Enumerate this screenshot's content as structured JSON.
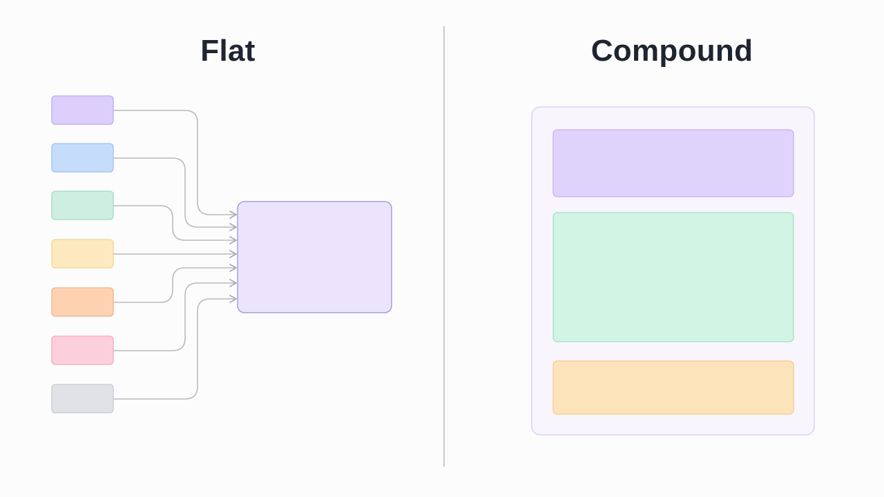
{
  "titles": {
    "flat": "Flat",
    "compound": "Compound"
  },
  "flat": {
    "inputs": [
      {
        "name": "purple",
        "fill": "#dccffb",
        "stroke": "#c3b1f3"
      },
      {
        "name": "blue",
        "fill": "#c6dcfb",
        "stroke": "#a7c6f3"
      },
      {
        "name": "green",
        "fill": "#cdeee1",
        "stroke": "#a9dfc8"
      },
      {
        "name": "yellow",
        "fill": "#fde9bf",
        "stroke": "#f6d99a"
      },
      {
        "name": "orange",
        "fill": "#fdd2b3",
        "stroke": "#f4b98f"
      },
      {
        "name": "pink",
        "fill": "#fccfdc",
        "stroke": "#f3b1c5"
      },
      {
        "name": "gray",
        "fill": "#e1e2e6",
        "stroke": "#cdcfd5"
      }
    ],
    "target": {
      "fill": "#ebe4fc",
      "stroke": "#a99be2"
    },
    "connector_color": "#b9b9bf"
  },
  "compound": {
    "container": {
      "fill": "#f8f5fd",
      "stroke": "#ddd0f4"
    },
    "sections": [
      {
        "name": "top",
        "fill": "#e0d3fb",
        "stroke": "#cbb6f3"
      },
      {
        "name": "middle",
        "fill": "#d2f4e4",
        "stroke": "#ade4c9"
      },
      {
        "name": "bottom",
        "fill": "#fde3b9",
        "stroke": "#f4d09a"
      }
    ]
  }
}
